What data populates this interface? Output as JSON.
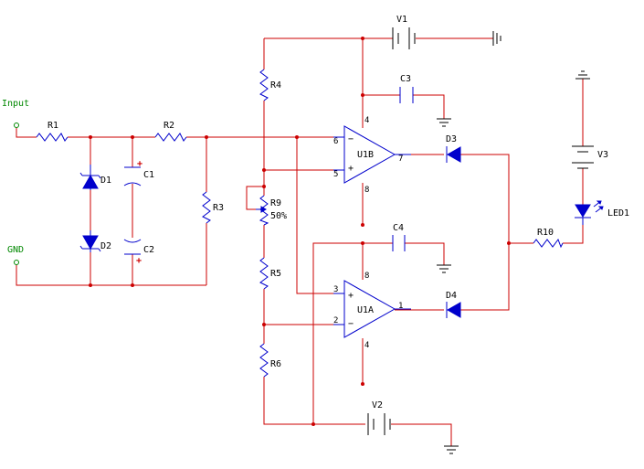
{
  "terminals": {
    "input": "Input",
    "gnd": "GND"
  },
  "components": {
    "R1": "R1",
    "R2": "R2",
    "R3": "R3",
    "R4": "R4",
    "R5": "R5",
    "R6": "R6",
    "R9": "R9",
    "R9_setting": "50%",
    "R10": "R10",
    "D1": "D1",
    "D2": "D2",
    "D3": "D3",
    "D4": "D4",
    "C1": "C1",
    "C2": "C2",
    "C3": "C3",
    "C4": "C4",
    "C1_polarity": "+",
    "C2_polarity": "+",
    "V1": "V1",
    "V2": "V2",
    "V3": "V3",
    "LED1": "LED1",
    "U1B": "U1B",
    "U1A": "U1A"
  },
  "pins": {
    "u1b_inv": "6",
    "u1b_noninv": "5",
    "u1b_out": "7",
    "u1b_vpos": "4",
    "u1b_vneg": "8",
    "u1a_noninv": "3",
    "u1a_inv": "2",
    "u1a_out": "1",
    "u1a_vpos": "8",
    "u1a_vneg": "4",
    "minus": "−",
    "plus": "+"
  },
  "colors": {
    "wire": "#cc0000",
    "component": "#0000cc",
    "terminal": "#008800",
    "ground": "#000000"
  }
}
